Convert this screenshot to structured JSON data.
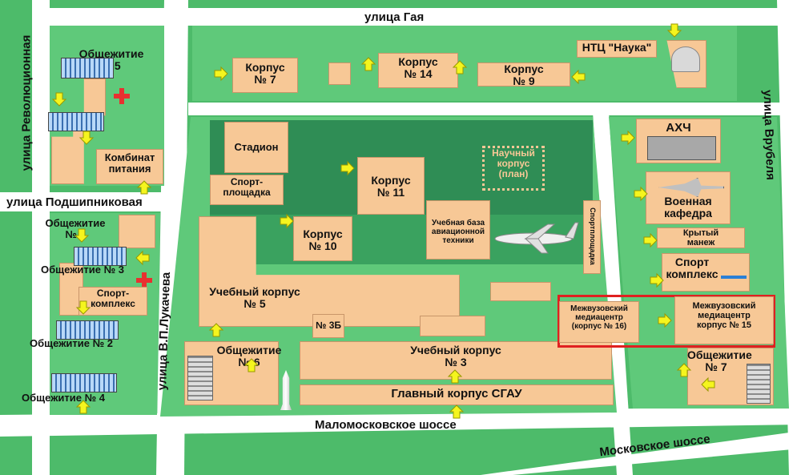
{
  "streets": {
    "gaya": "улица Гая",
    "revolutsionnaya": "улица Революционная",
    "podshipnikovaya": "улица Подшипниковая",
    "lukacheva": "улица В.П.Лукачева",
    "vrubelya": "улица Врубеля",
    "malomoskovskoe": "Маломосковское шоссе",
    "moskovskoe": "Московское шоссе"
  },
  "buildings": {
    "korpus7": "Корпус\n№ 7",
    "korpus14": "Корпус\n№ 14",
    "korpus9": "Корпус\n№ 9",
    "ntc": "НТЦ \"Наука\"",
    "stadion": "Стадион",
    "sportploshchadka": "Спорт-\nплощадка",
    "nauchny": "Научный\nкорпус\n(план)",
    "korpus11": "Корпус\n№ 11",
    "uchebnaya_baza": "Учебная база\nавиационной\nтехники",
    "sportploshchadka_v": "Спортплощадка",
    "korpus10": "Корпус\n№ 10",
    "uchebny5": "Учебный корпус\n№ 5",
    "korpus3b": "№ 3Б",
    "uchebny3": "Учебный корпус\n№ 3",
    "glavny": "Главный корпус СГАУ",
    "obshch6": "Общежитие\n№ 6",
    "mediacentre16": "Межвузовский\nмедиацентр\n(корпус № 16)",
    "mediacentre15": "Межвузовский\nмедиацентр\nкорпус № 15",
    "ahch": "АХЧ",
    "voennaya": "Военная\nкафедра",
    "manezh": "Крытый\nманеж",
    "sportkompleks_r": "Спорт\nкомплекс",
    "obshch7": "Общежитие\n№ 7",
    "obshch5": "Общежитие\n№5",
    "kombinat": "Комбинат\nпитания",
    "obshch8": "Общежитие\n№ 8",
    "obshch3": "Общежитие № 3",
    "sportkompleks_l": "Спорт-\nкомплекс",
    "obshch2": "Общежитие № 2",
    "obshch4": "Общежитие № 4"
  },
  "colors": {
    "ground": "#4dbb6a",
    "block_light": "#5fc97a",
    "block_dark": "#2f8d55",
    "road": "#ffffff",
    "building": "#f7c896",
    "arrow": "#f5f51e",
    "highlight": "#e02020",
    "cross": "#e83030"
  },
  "icons": [
    "arrow-icon",
    "red-cross-icon",
    "truck-icon",
    "fighter-jet-icon",
    "airliner-icon",
    "rocket-icon",
    "radar-dome-icon",
    "swimmer-icon",
    "dormitory-icon"
  ]
}
